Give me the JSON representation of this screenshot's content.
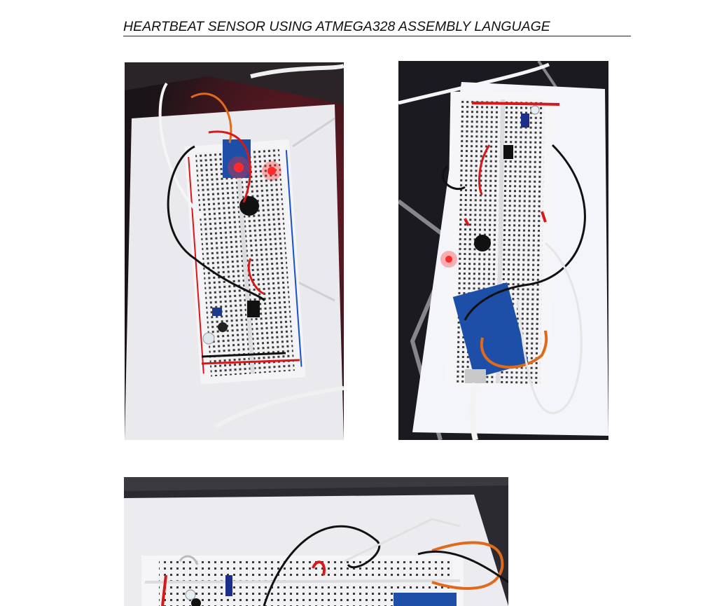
{
  "document": {
    "title": "HEARTBEAT SENSOR USING ATMEGA328 ASSEMBLY LANGUAGE"
  },
  "photos": [
    {
      "subject": "breadboard-circuit-photo-1"
    },
    {
      "subject": "breadboard-circuit-photo-2"
    },
    {
      "subject": "breadboard-circuit-photo-3"
    }
  ],
  "colors": {
    "breadboard": "#f2f2f4",
    "wire_red": "#d8191c",
    "wire_black": "#111111",
    "wire_orange": "#e06a1c",
    "wire_white": "#e8e8e8",
    "arduino_blue": "#1e4fa8",
    "led_red": "#ff2a2a"
  }
}
